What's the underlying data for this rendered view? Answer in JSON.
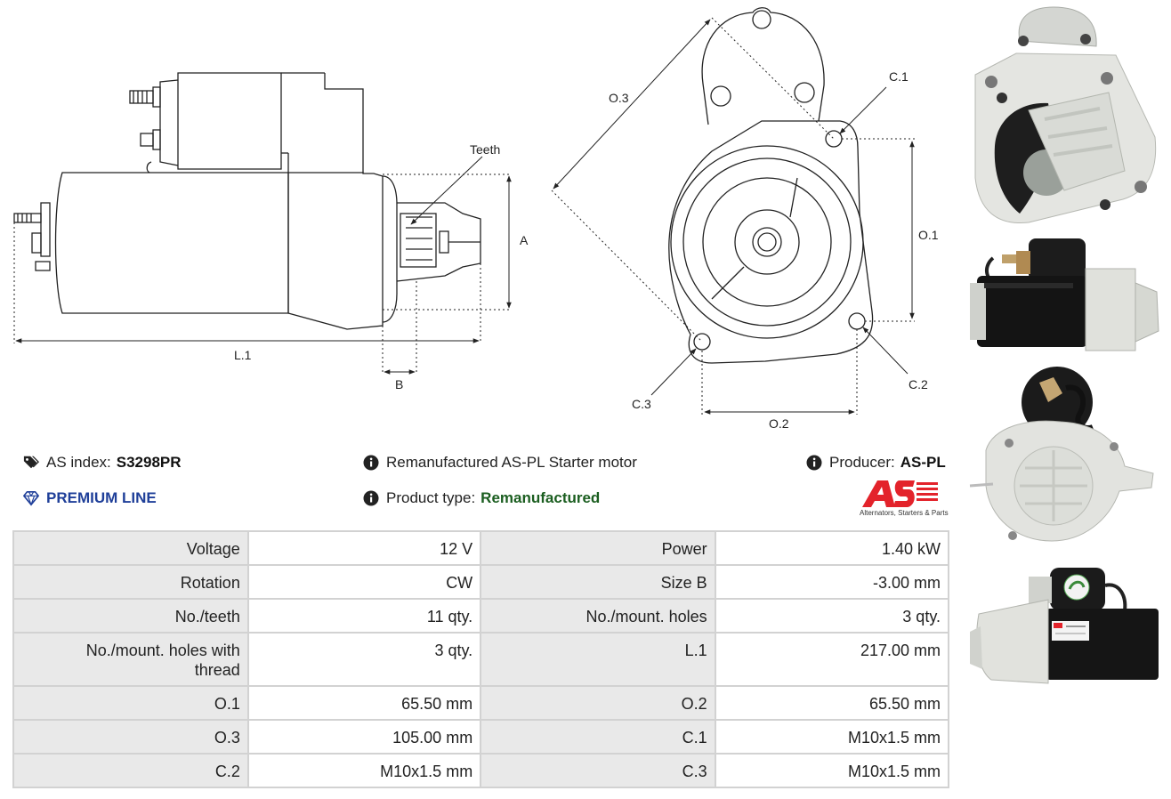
{
  "dimensions": {
    "teeth": "Teeth",
    "a": "A",
    "b": "B",
    "l1": "L.1",
    "o1": "O.1",
    "o2": "O.2",
    "o3": "O.3",
    "c1": "C.1",
    "c2": "C.2",
    "c3": "C.3"
  },
  "info": {
    "index_label": "AS index:",
    "index_value": "S3298PR",
    "premium": "PREMIUM LINE",
    "description": "Remanufactured AS-PL Starter motor",
    "product_type_label": "Product type:",
    "product_type_value": "Remanufactured",
    "producer_label": "Producer:",
    "producer_value": "AS-PL"
  },
  "brand": {
    "logo_text": "AS",
    "tagline": "Alternators, Starters & Parts"
  },
  "specs": [
    {
      "k1": "Voltage",
      "v1": "12 V",
      "k2": "Power",
      "v2": "1.40 kW"
    },
    {
      "k1": "Rotation",
      "v1": "CW",
      "k2": "Size B",
      "v2": "-3.00 mm"
    },
    {
      "k1": "No./teeth",
      "v1": "11 qty.",
      "k2": "No./mount. holes",
      "v2": "3 qty."
    },
    {
      "k1": "No./mount. holes with thread",
      "v1": "3 qty.",
      "k2": "L.1",
      "v2": "217.00 mm"
    },
    {
      "k1": "O.1",
      "v1": "65.50 mm",
      "k2": "O.2",
      "v2": "65.50 mm"
    },
    {
      "k1": "O.3",
      "v1": "105.00 mm",
      "k2": "C.1",
      "v2": "M10x1.5 mm"
    },
    {
      "k1": "C.2",
      "v1": "M10x1.5 mm",
      "k2": "C.3",
      "v2": "M10x1.5 mm"
    }
  ],
  "colors": {
    "premium": "#1f3f99",
    "remanufactured": "#1b5e20",
    "brand_red": "#e3232b"
  }
}
